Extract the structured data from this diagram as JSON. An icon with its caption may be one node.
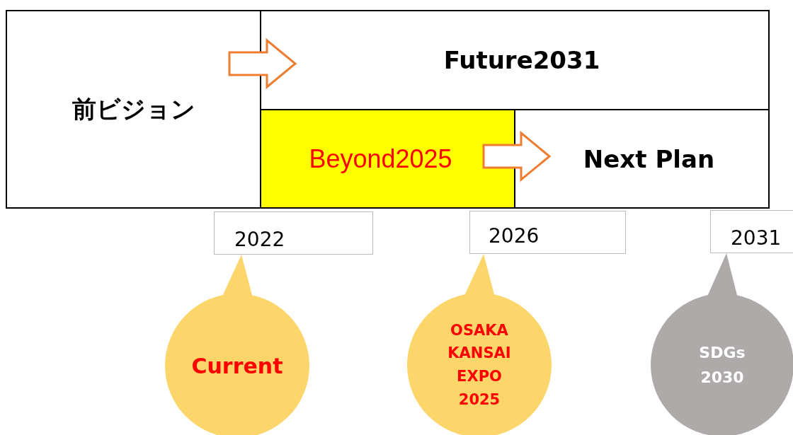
{
  "diagram": {
    "nodes": [
      {
        "text": [
          "前ビジョン"
        ]
      },
      {
        "text": [
          "Future2031"
        ]
      },
      {
        "text": [
          "Beyond2025"
        ]
      },
      {
        "text": [
          "Next Plan"
        ]
      },
      {
        "text": [
          "2022"
        ]
      },
      {
        "text": [
          "2026"
        ]
      },
      {
        "text": [
          "2031"
        ]
      },
      {
        "text": [
          "Current"
        ]
      },
      {
        "text": [
          "OSAKA KANSAI EXPO 2025"
        ]
      },
      {
        "text": [
          "SDGs 2030"
        ]
      }
    ],
    "edges": [
      {
        "from": 0,
        "to": 1,
        "arrow": "to",
        "style": "thick",
        "color": "#ed7d31"
      },
      {
        "from": 2,
        "to": 3,
        "arrow": "to",
        "style": "thick",
        "color": "#ed7d31"
      },
      {
        "from": 7,
        "to": 4,
        "arrow": "to"
      },
      {
        "from": 8,
        "to": 5,
        "arrow": "to"
      },
      {
        "from": 9,
        "to": 6,
        "arrow": "to"
      }
    ]
  }
}
